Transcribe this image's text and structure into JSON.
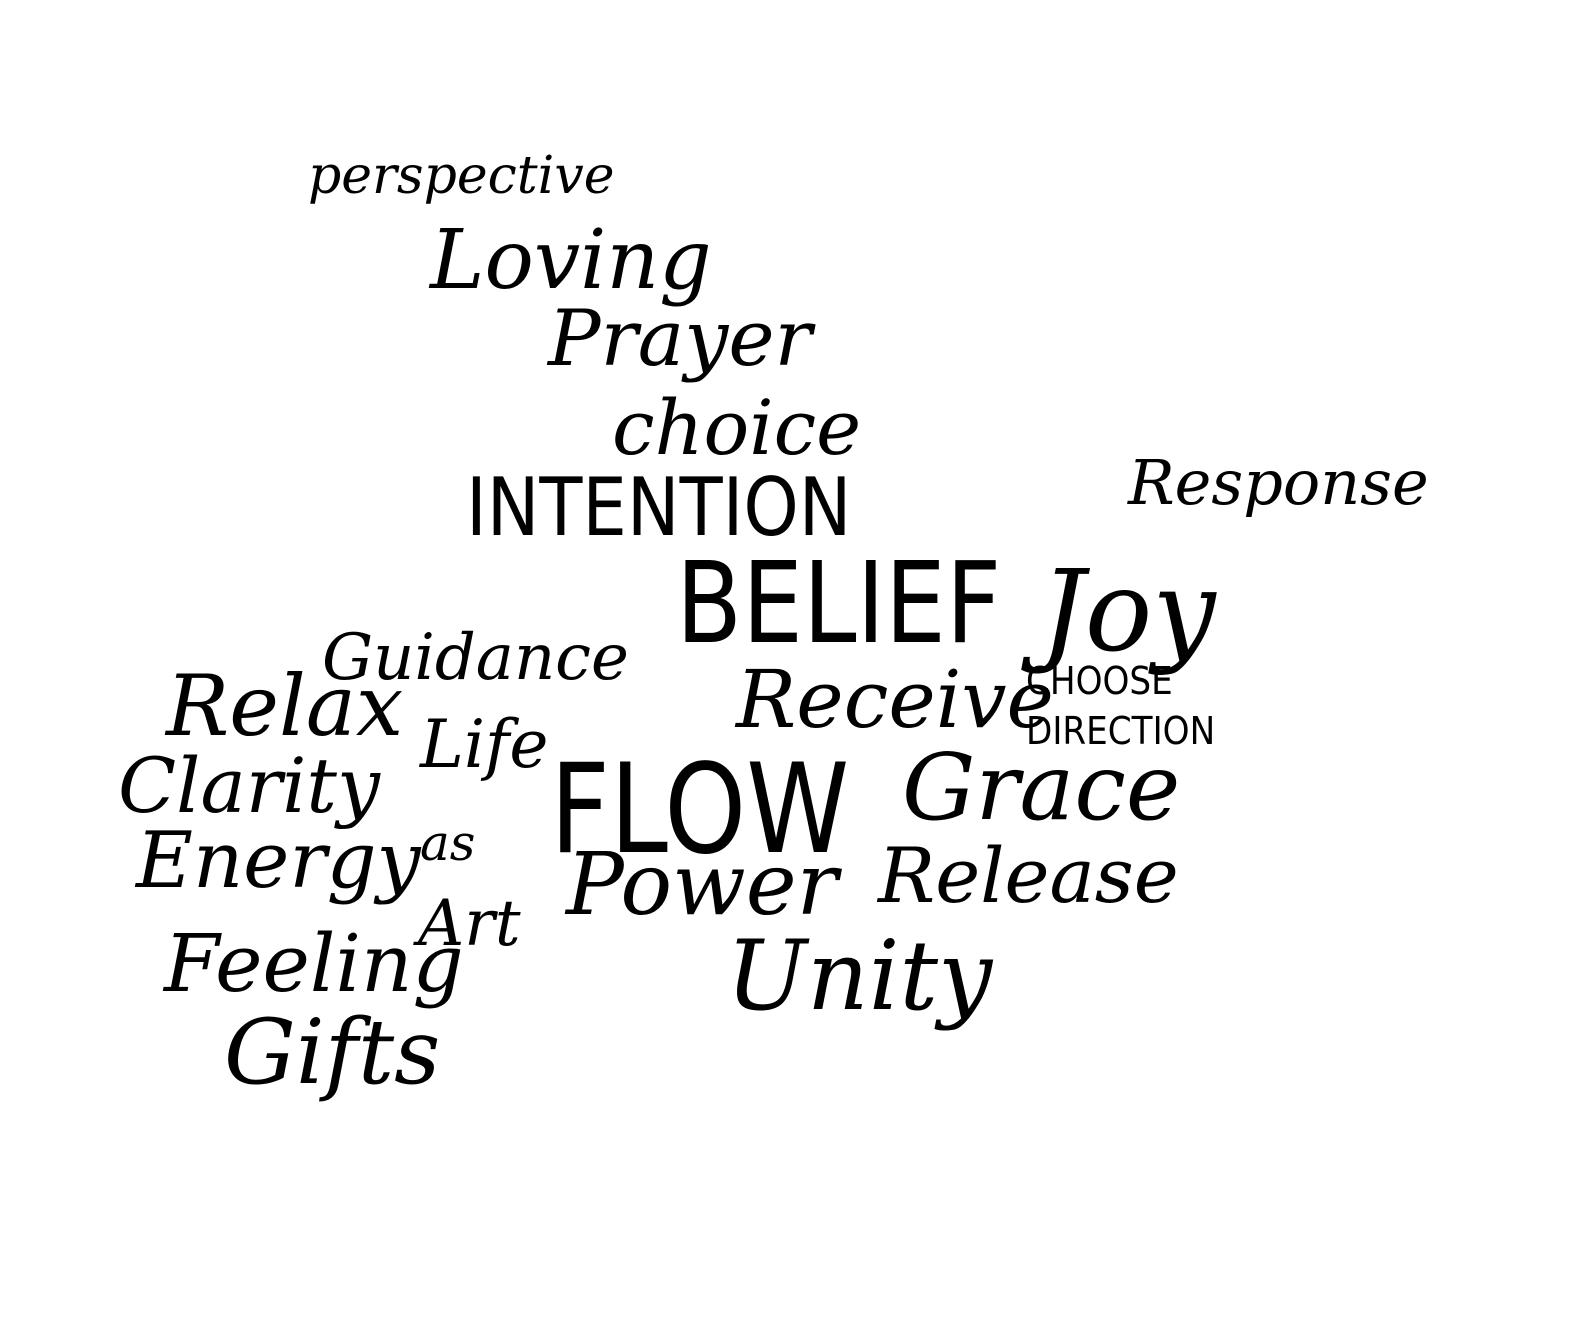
{
  "words": {
    "perspective": "perspective",
    "loving": "Loving",
    "prayer": "Prayer",
    "choice": "choice",
    "intention": "INTENTION",
    "response": "Response",
    "belief": "BELIEF",
    "joy": "Joy",
    "guidance": "Guidance",
    "relax": "Relax",
    "receive": "Receive",
    "choose": "CHOOSE",
    "direction": "DIRECTION",
    "life": "Life",
    "clarity": "Clarity",
    "flow": "FLOW",
    "grace": "Grace",
    "energy": "Energy",
    "as": "as",
    "power": "Power",
    "release": "Release",
    "art": "Art",
    "feeling": "Feeling",
    "unity": "Unity",
    "gifts": "Gifts"
  }
}
